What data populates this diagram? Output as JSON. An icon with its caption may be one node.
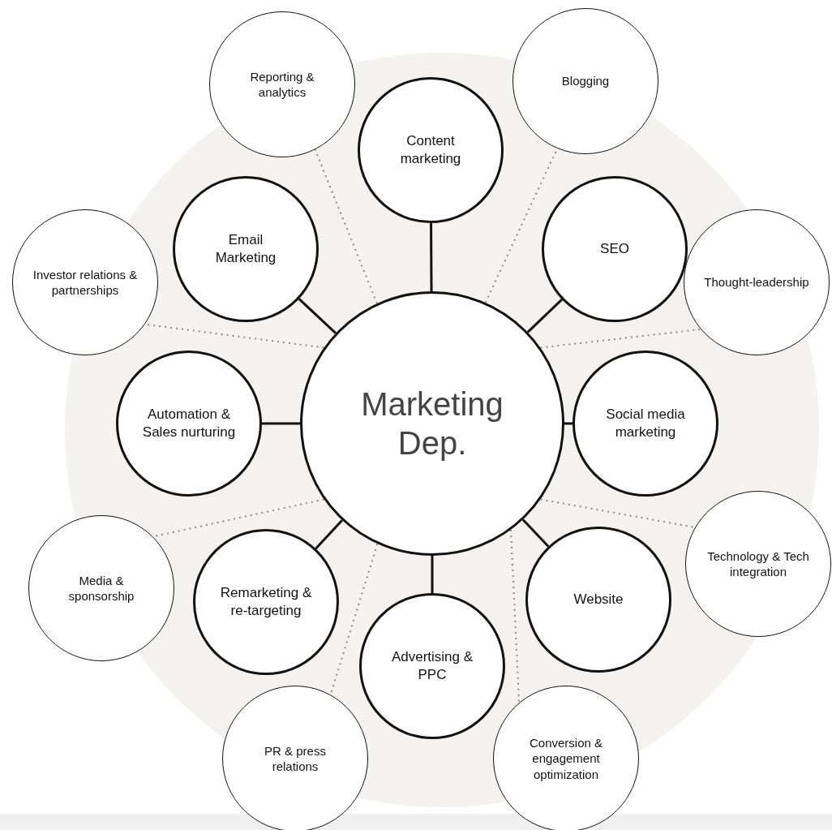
{
  "diagram": {
    "nodes": [
      {
        "text": [
          "Marketing Dep."
        ]
      },
      {
        "text": [
          "Content marketing"
        ]
      },
      {
        "text": [
          "SEO"
        ]
      },
      {
        "text": [
          "Social media marketing"
        ]
      },
      {
        "text": [
          "Website"
        ]
      },
      {
        "text": [
          "Advertising & PPC"
        ]
      },
      {
        "text": [
          "Remarketing & re-targeting"
        ]
      },
      {
        "text": [
          "Automation & Sales nurturing"
        ]
      },
      {
        "text": [
          "Email Marketing"
        ]
      },
      {
        "text": [
          "Reporting & analytics"
        ]
      },
      {
        "text": [
          "Blogging"
        ]
      },
      {
        "text": [
          "Thought-leadership"
        ]
      },
      {
        "text": [
          "Technology & Tech integration"
        ]
      },
      {
        "text": [
          "Conversion & engagement optimization"
        ]
      },
      {
        "text": [
          "PR & press relations"
        ]
      },
      {
        "text": [
          "Media & sponsorship"
        ]
      },
      {
        "text": [
          "Investor relations & partnerships"
        ]
      }
    ],
    "edges": [
      {
        "from": 0,
        "to": 1,
        "arrow": "none"
      },
      {
        "from": 0,
        "to": 2,
        "arrow": "none"
      },
      {
        "from": 0,
        "to": 3,
        "arrow": "none"
      },
      {
        "from": 0,
        "to": 4,
        "arrow": "none"
      },
      {
        "from": 0,
        "to": 5,
        "arrow": "none"
      },
      {
        "from": 0,
        "to": 6,
        "arrow": "none"
      },
      {
        "from": 0,
        "to": 7,
        "arrow": "none"
      },
      {
        "from": 0,
        "to": 8,
        "arrow": "none"
      },
      {
        "from": 0,
        "to": 9,
        "arrow": "none",
        "style": "dashed",
        "color": "#888888"
      },
      {
        "from": 0,
        "to": 10,
        "arrow": "none",
        "style": "dashed",
        "color": "#888888"
      },
      {
        "from": 0,
        "to": 11,
        "arrow": "none",
        "style": "dashed",
        "color": "#888888"
      },
      {
        "from": 0,
        "to": 12,
        "arrow": "none",
        "style": "dashed",
        "color": "#888888"
      },
      {
        "from": 0,
        "to": 13,
        "arrow": "none",
        "style": "dashed",
        "color": "#888888"
      },
      {
        "from": 0,
        "to": 14,
        "arrow": "none",
        "style": "dashed",
        "color": "#888888"
      },
      {
        "from": 0,
        "to": 15,
        "arrow": "none",
        "style": "dashed",
        "color": "#888888"
      },
      {
        "from": 0,
        "to": 16,
        "arrow": "none",
        "style": "dashed",
        "color": "#888888"
      }
    ]
  }
}
